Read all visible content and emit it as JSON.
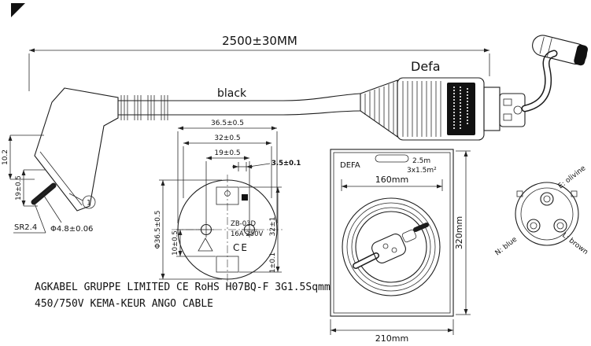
{
  "colors": {
    "line": "#1c1c1c",
    "label_bg": "#111111",
    "bg": "#ffffff"
  },
  "overall": {
    "length_dim": "2500±30MM",
    "brand": "Defa",
    "cable_color": "black"
  },
  "plug_side": {
    "dim_body": "10.2",
    "dim_pin_len": "19±0.5",
    "dim_tip_radius": "SR2.4",
    "dim_pin_dia": "Φ4.8±0.06",
    "callout": "1"
  },
  "plug_front": {
    "dim_w1": "36.5±0.5",
    "dim_w2": "32±0.5",
    "dim_w3": "19±0.5",
    "dim_t": "3.5±0.1",
    "dim_dia": "Φ36.5±0.5",
    "dim_left": "10±0.5",
    "dim_right1": "32±1",
    "dim_right2": "1±0.1",
    "model": "ZB-03D",
    "rating": "16A 250V",
    "ce_mark": "CE"
  },
  "package": {
    "brand": "DEFA",
    "cable_length": "2.5m",
    "cable_spec": "3x1.5m²",
    "dim_inner_width": "160mm",
    "dim_height": "320mm",
    "dim_width": "210mm"
  },
  "end_view": {
    "pin_e": "E: olivine",
    "pin_n": "N: blue",
    "pin_l": "L: brown"
  },
  "footer": {
    "line1": "AGKABEL GRUPPE LIMITED CE RoHS H07BQ-F 3G1.5Sqmm",
    "line2": "450/750V KEMA-KEUR ANGO CABLE"
  }
}
